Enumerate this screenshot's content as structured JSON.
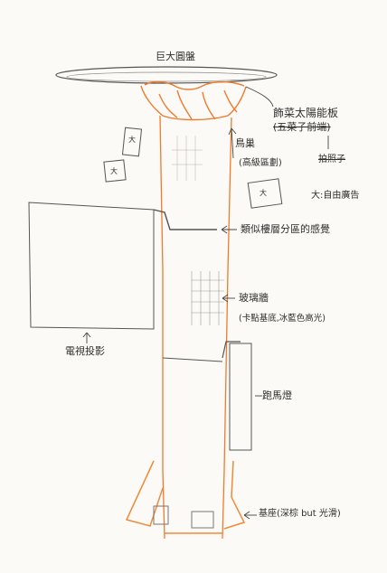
{
  "labels": {
    "disc": "巨大圓盤",
    "solar": "飾菜太陽能板",
    "solar_struck": "(五菜子前端)",
    "solar_struck2": "拍照子",
    "nest": "鳥巢",
    "nest_sub": "(高級區劃)",
    "ad": "大:自由廣告",
    "layered": "類似樓層分區的感覺",
    "glass": "玻璃牆",
    "glass_sub": "(卡點基底,冰藍色高光)",
    "tv": "電視投影",
    "lamp": "跑馬燈",
    "base": "基座(深棕 but 光滑)"
  },
  "ad_mark": "大",
  "colors": {
    "ink": "#2f2f2f",
    "pencil": "#8a8a8a",
    "tower_orange": "#f07a2e",
    "base_orange": "#f08a3a",
    "paper": "#fbfaf6"
  }
}
